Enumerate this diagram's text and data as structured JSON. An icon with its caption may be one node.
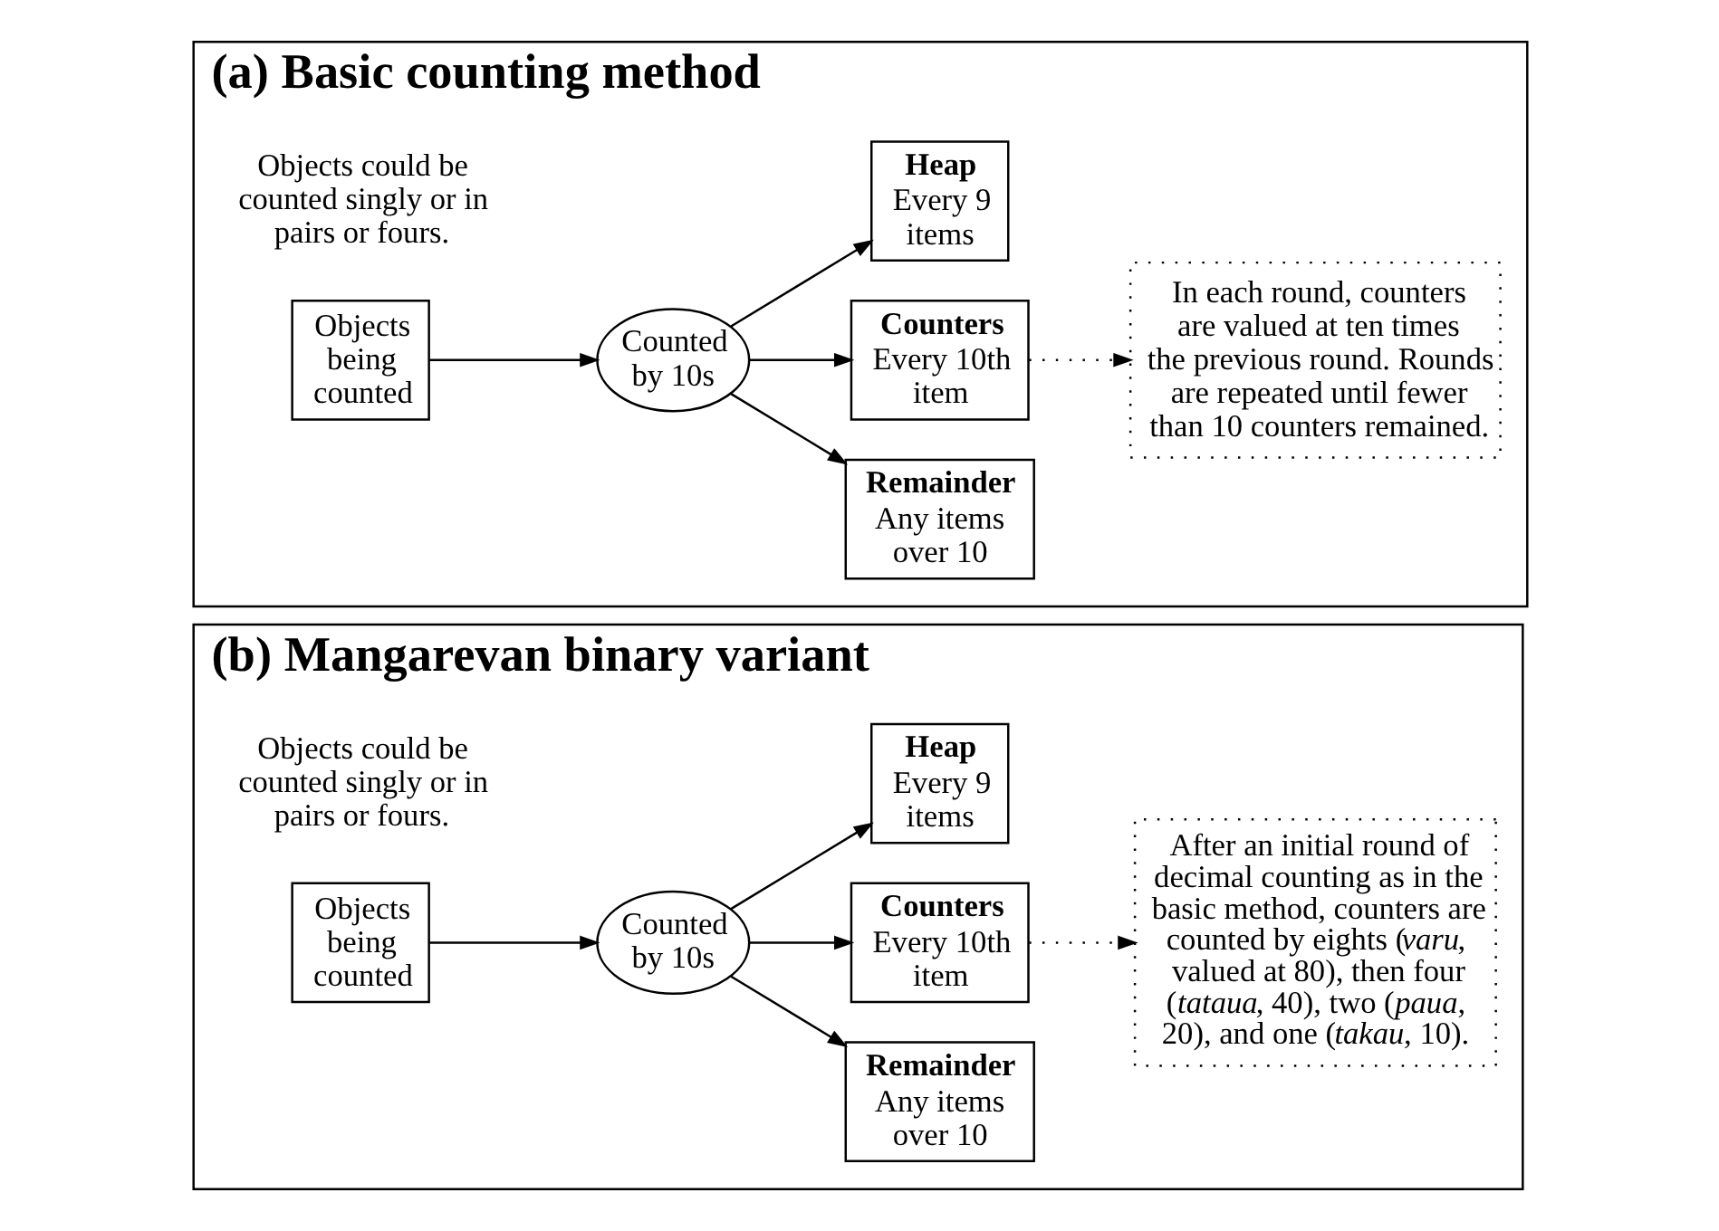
{
  "diagram": {
    "nodes": [
      {
        "text": [
          "(a) Basic counting method"
        ]
      },
      {
        "text": [
          "Objects being counted"
        ],
        "in": 0,
        "beside": [
          "Objects could be counted singly or in pairs or fours."
        ]
      },
      {
        "text": [
          "Counted by 10s"
        ],
        "in": 0
      },
      {
        "text": [
          "Heap",
          "Every 9 items"
        ],
        "in": 0
      },
      {
        "text": [
          "Counters",
          "Every 10th item"
        ],
        "in": 0
      },
      {
        "text": [
          "Remainder",
          "Any items over 10"
        ],
        "in": 0
      },
      {
        "text": [
          "In each round, counters are valued at ten times the previous round. Rounds are repeated until fewer than 10 counters remained."
        ],
        "in": 0
      },
      {
        "text": [
          "(b) Mangarevan binary variant"
        ]
      },
      {
        "text": [
          "Objects being counted"
        ],
        "in": 7,
        "beside": [
          "Objects could be counted singly or in pairs or fours."
        ]
      },
      {
        "text": [
          "Counted by 10s"
        ],
        "in": 7
      },
      {
        "text": [
          "Heap",
          "Every 9 items"
        ],
        "in": 7
      },
      {
        "text": [
          "Counters",
          "Every 10th item"
        ],
        "in": 7
      },
      {
        "text": [
          "Remainder",
          "Any items over 10"
        ],
        "in": 7
      },
      {
        "text": [
          "After an initial round of decimal counting as in the basic method, counters are counted by eights (*varu*, valued at 80), then four (*tataua*, 40), two (*paua*, 20), and one (*takau*, 10)."
        ],
        "in": 7
      }
    ],
    "edges": [
      {
        "from": 1,
        "to": 2,
        "arrow": "to"
      },
      {
        "from": 2,
        "to": 3,
        "arrow": "to"
      },
      {
        "from": 2,
        "to": 4,
        "arrow": "to"
      },
      {
        "from": 2,
        "to": 5,
        "arrow": "to"
      },
      {
        "from": 4,
        "to": 6,
        "arrow": "to",
        "style": "dashed"
      },
      {
        "from": 8,
        "to": 9,
        "arrow": "to"
      },
      {
        "from": 9,
        "to": 10,
        "arrow": "to"
      },
      {
        "from": 9,
        "to": 11,
        "arrow": "to"
      },
      {
        "from": 9,
        "to": 12,
        "arrow": "to"
      },
      {
        "from": 11,
        "to": 13,
        "arrow": "to",
        "style": "dashed"
      }
    ]
  }
}
